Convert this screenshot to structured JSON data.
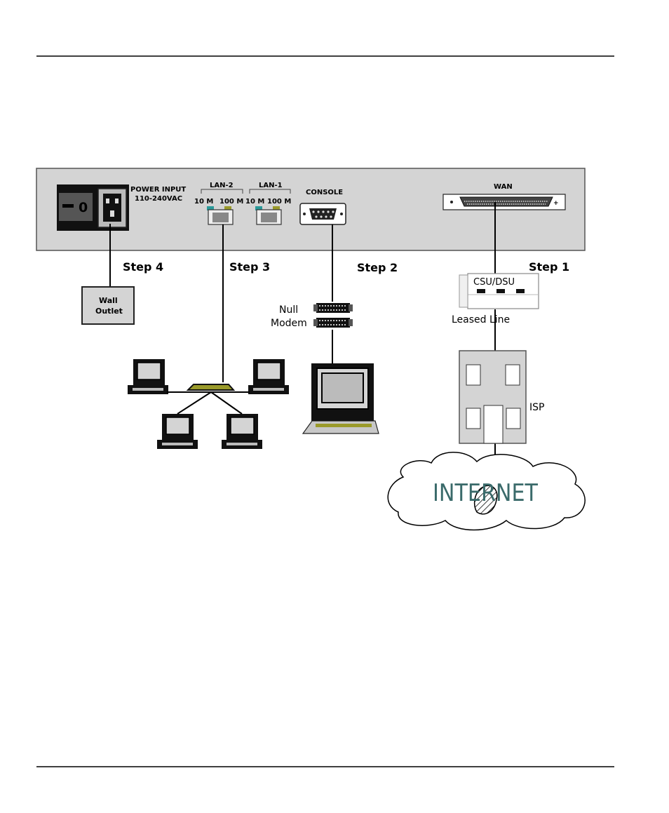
{
  "panel": {
    "power_input_label": "POWER INPUT",
    "power_voltage_label": "110-240VAC",
    "switch_glyph": "0",
    "lan2_label": "LAN-2",
    "lan2_speed_10": "10 M",
    "lan2_speed_100": "100 M",
    "lan1_label": "LAN-1",
    "lan1_speed_10": "10 M",
    "lan1_speed_100": "100 M",
    "console_label": "CONSOLE",
    "wan_label": "WAN"
  },
  "steps": {
    "step4": "Step 4",
    "step3": "Step 3",
    "step2": "Step 2",
    "step1": "Step 1"
  },
  "devices": {
    "wall_outlet_line1": "Wall",
    "wall_outlet_line2": "Outlet",
    "null_modem_line1": "Null",
    "null_modem_line2": "Modem",
    "csu_dsu": "CSU/DSU",
    "leased_line": "Leased Line",
    "isp": "ISP",
    "internet": "INTERNET"
  },
  "colors": {
    "panel_fill": "#d4d4d4",
    "led_teal": "#2a9a9a",
    "led_olive": "#9a9a2a",
    "internet_text": "#3a6a6a"
  }
}
